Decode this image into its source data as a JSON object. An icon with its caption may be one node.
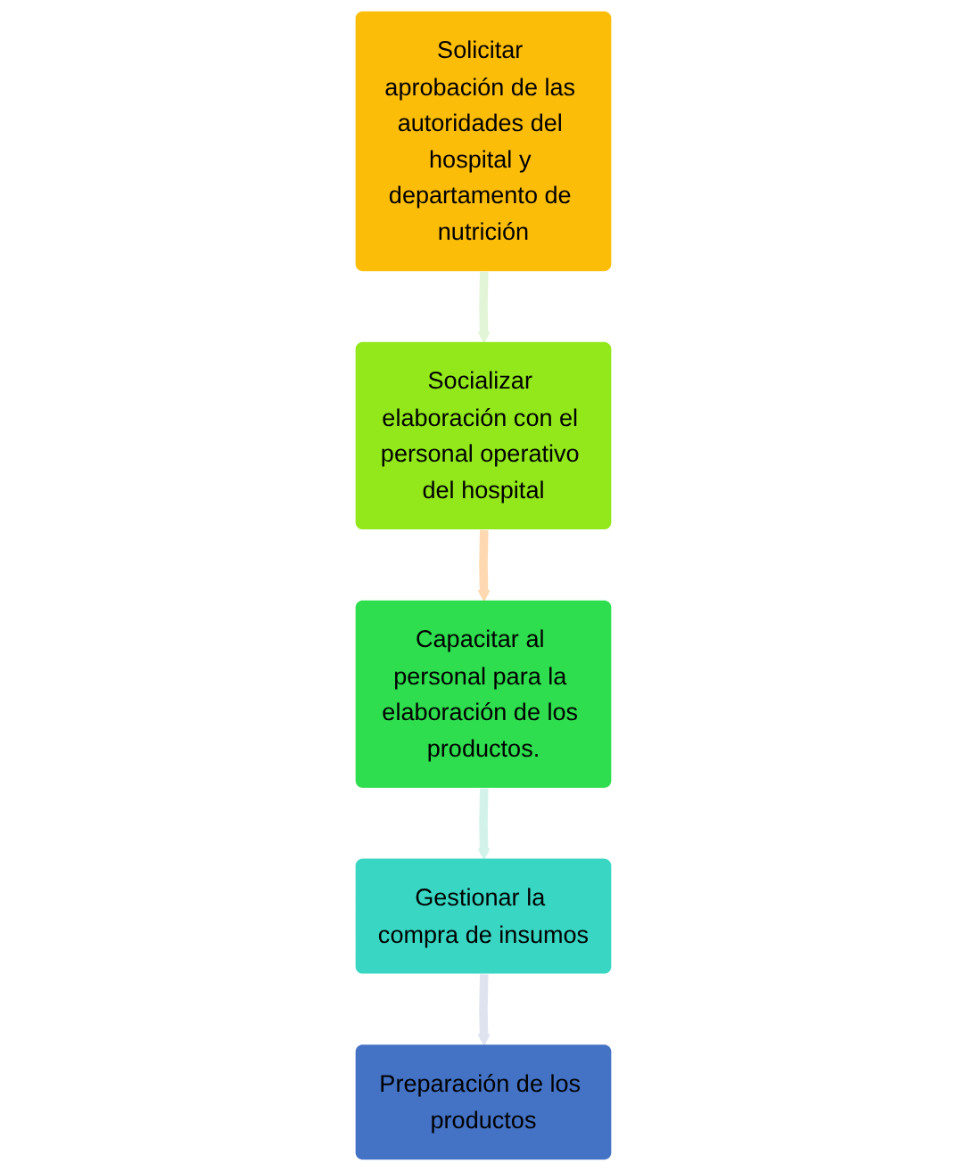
{
  "diagram": {
    "nodes": [
      {
        "text": [
          "Solicitar aprobación de las autoridades del hospital y departamento de nutrición"
        ]
      },
      {
        "text": [
          "Socializar elaboración con el personal operativo del hospital"
        ]
      },
      {
        "text": [
          "Capacitar al personal para la elaboración de los productos."
        ]
      },
      {
        "text": [
          "Gestionar la compra de insumos"
        ]
      },
      {
        "text": [
          "Preparación de los productos"
        ]
      }
    ],
    "edges": [
      {
        "from": 0,
        "to": 1,
        "arrow": "to",
        "color": "#e2f5d6"
      },
      {
        "from": 1,
        "to": 2,
        "arrow": "to",
        "color": "#fdd8b0"
      },
      {
        "from": 2,
        "to": 3,
        "arrow": "to",
        "color": "#d3f3ea"
      },
      {
        "from": 3,
        "to": 4,
        "arrow": "to",
        "color": "#dfe3f0"
      }
    ]
  }
}
